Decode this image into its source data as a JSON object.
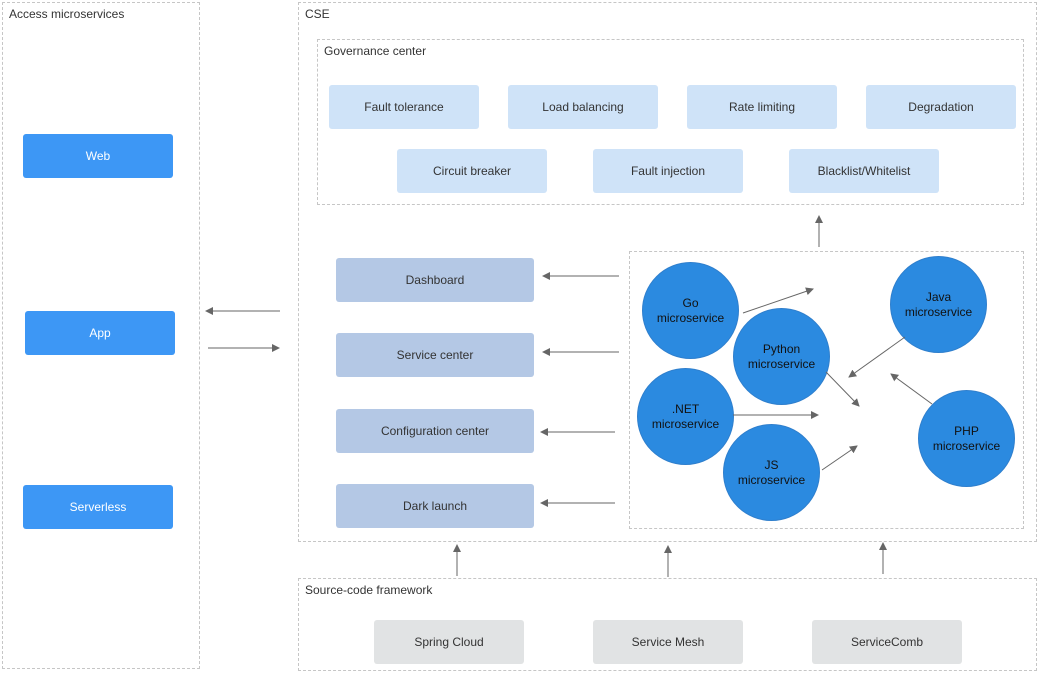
{
  "access": {
    "title": "Access microservices",
    "items": [
      "Web",
      "App",
      "Serverless"
    ]
  },
  "cse": {
    "title": "CSE",
    "governance": {
      "title": "Governance center",
      "row1": [
        "Fault tolerance",
        "Load balancing",
        "Rate limiting",
        "Degradation"
      ],
      "row2": [
        "Circuit breaker",
        "Fault injection",
        "Blacklist/Whitelist"
      ]
    },
    "services": [
      "Dashboard",
      "Service center",
      "Configuration center",
      "Dark launch"
    ],
    "microservices": {
      "go": [
        "Go",
        "microservice"
      ],
      "python": [
        "Python",
        "microservice"
      ],
      "java": [
        "Java",
        "microservice"
      ],
      "net": [
        ".NET",
        "microservice"
      ],
      "js": [
        "JS",
        "microservice"
      ],
      "php": [
        "PHP",
        "microservice"
      ]
    }
  },
  "framework": {
    "title": "Source-code framework",
    "items": [
      "Spring Cloud",
      "Service Mesh",
      "ServiceComb"
    ]
  },
  "colors": {
    "client_button": "#3d97f5",
    "governance_box": "#cfe3f8",
    "service_box": "#b4c8e5",
    "framework_box": "#e1e3e4",
    "microservice_circle": "#2b8ae0",
    "arrow": "#666666"
  }
}
